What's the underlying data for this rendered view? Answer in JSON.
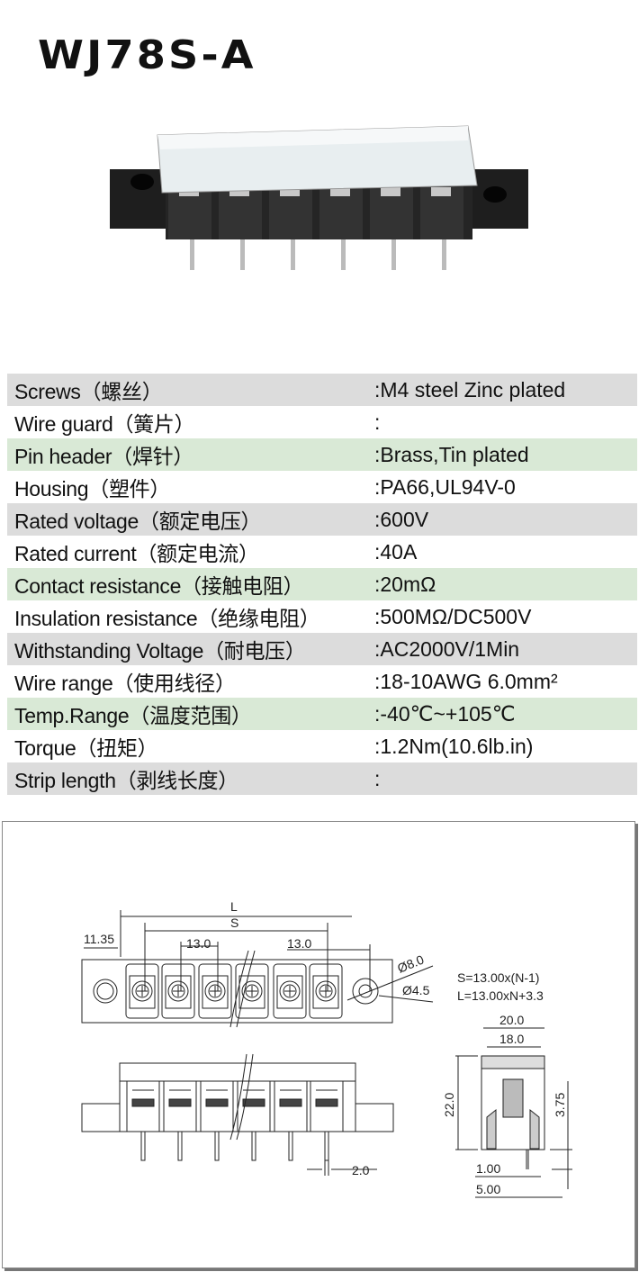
{
  "title": "WJ78S-A",
  "specs": [
    {
      "label": "Screws（螺丝）",
      "value": ":M4 steel Zinc plated",
      "shade": "grey"
    },
    {
      "label": "Wire guard（簧片）",
      "value": ":",
      "shade": "white"
    },
    {
      "label": "Pin header（焊针）",
      "value": ":Brass,Tin plated",
      "shade": "green"
    },
    {
      "label": "Housing（塑件）",
      "value": ":PA66,UL94V-0",
      "shade": "white"
    },
    {
      "label": "Rated voltage（额定电压）",
      "value": ":600V",
      "shade": "grey"
    },
    {
      "label": "Rated current（额定电流）",
      "value": ":40A",
      "shade": "white"
    },
    {
      "label": "Contact resistance（接触电阻）",
      "value": ":20mΩ",
      "shade": "green"
    },
    {
      "label": "Insulation resistance（绝缘电阻）",
      "value": ":500MΩ/DC500V",
      "shade": "white"
    },
    {
      "label": "Withstanding Voltage（耐电压）",
      "value": ":AC2000V/1Min",
      "shade": "grey"
    },
    {
      "label": "Wire range（使用线径）",
      "value": ":18-10AWG 6.0mm²",
      "shade": "white"
    },
    {
      "label": "Temp.Range（温度范围）",
      "value": ":-40℃~+105℃",
      "shade": "green"
    },
    {
      "label": "Torque（扭矩）",
      "value": ":1.2Nm(10.6lb.in)",
      "shade": "white"
    },
    {
      "label": "Strip length（剥线长度）",
      "value": ":",
      "shade": "grey"
    }
  ],
  "drawing": {
    "L": "L",
    "S": "S",
    "d1135": "11.35",
    "pitch1": "13.0",
    "pitch2": "13.0",
    "hole_outer": "Ø8.0",
    "hole_inner": "Ø4.5",
    "formula_s": "S=13.00x(N-1)",
    "formula_l": "L=13.00xN+3.3",
    "w20": "20.0",
    "w18": "18.0",
    "h22": "22.0",
    "h375": "3.75",
    "p100": "1.00",
    "p500": "5.00",
    "pin20": "2.0"
  }
}
